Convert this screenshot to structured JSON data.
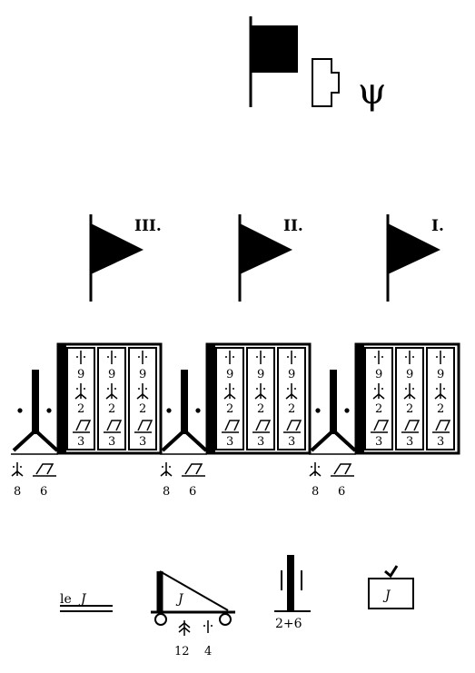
{
  "header": {
    "hq_glyph": "ψ",
    "icons": [
      "command-flag-icon",
      "unit-emblem-icon",
      "trident-icon"
    ]
  },
  "battalions": [
    {
      "label": "III.",
      "gun_count": "8",
      "support_count": "6",
      "companies": [
        {
          "a": "9",
          "b": "2",
          "c": "3"
        },
        {
          "a": "9",
          "b": "2",
          "c": "3"
        },
        {
          "a": "9",
          "b": "2",
          "c": "3"
        }
      ]
    },
    {
      "label": "II.",
      "gun_count": "8",
      "support_count": "6",
      "companies": [
        {
          "a": "9",
          "b": "2",
          "c": "3"
        },
        {
          "a": "9",
          "b": "2",
          "c": "3"
        },
        {
          "a": "9",
          "b": "2",
          "c": "3"
        }
      ]
    },
    {
      "label": "I.",
      "gun_count": "8",
      "support_count": "6",
      "companies": [
        {
          "a": "9",
          "b": "2",
          "c": "3"
        },
        {
          "a": "9",
          "b": "2",
          "c": "3"
        },
        {
          "a": "9",
          "b": "2",
          "c": "3"
        }
      ]
    }
  ],
  "bottom": {
    "le_label": "le",
    "le_symbol": "J",
    "triangle_symbol": "J",
    "triangle_left_count": "12",
    "triangle_right_count": "4",
    "column_label": "2+6",
    "box_symbol": "J"
  },
  "colors": {
    "ink": "#000000",
    "background": "#ffffff"
  }
}
